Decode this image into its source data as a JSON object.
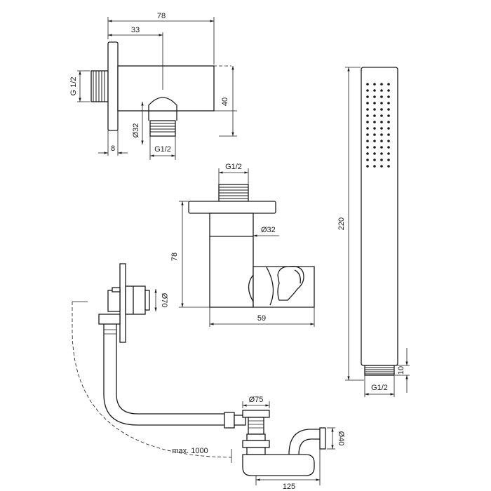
{
  "labels": {
    "outlet_width": "78",
    "outlet_center": "33",
    "outlet_thread": "G 1/2",
    "outlet_height": "40",
    "outlet_diameter": "Ø32",
    "flange_thickness": "8",
    "outlet_bottom_thread": "G1/2",
    "holder_thread": "G1/2",
    "holder_diameter": "Ø32",
    "holder_height": "78",
    "holder_depth": "59",
    "handshower_length": "220",
    "handshower_thread": "G1/2",
    "handshower_thread_len": "10",
    "waste_outer_diameter": "Ø70",
    "drain_diameter": "Ø75",
    "trap_diameter": "Ø40",
    "max_length": "max. 1000",
    "trap_offset": "125"
  },
  "handshower_spray_grid": {
    "columns": 4,
    "rows": 14
  }
}
